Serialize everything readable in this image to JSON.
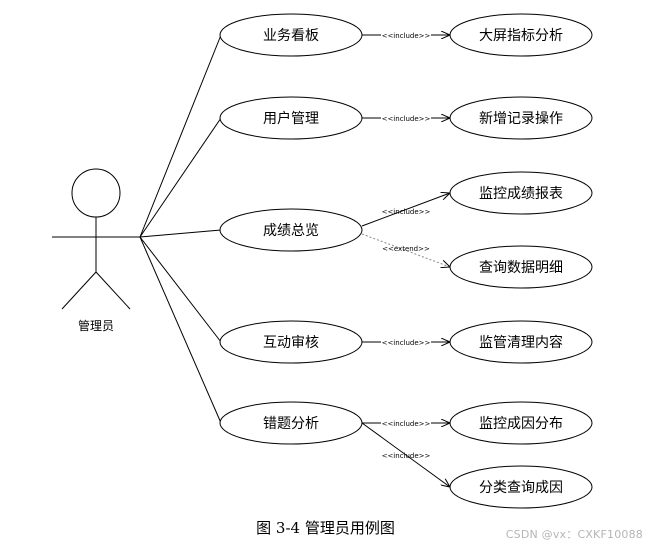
{
  "diagram": {
    "actor": {
      "name": "管理员"
    },
    "use_cases": {
      "dashboard": "业务看板",
      "user_mgmt": "用户管理",
      "grade_overview": "成绩总览",
      "interactive_review": "互动审核",
      "error_analysis": "错题分析",
      "bigscreen_analysis": "大屏指标分析",
      "add_record": "新增记录操作",
      "monitor_grade_report": "监控成绩报表",
      "query_detail": "查询数据明细",
      "monitor_cleanup": "监管清理内容",
      "monitor_cause": "监控成因分布",
      "query_cause": "分类查询成因"
    },
    "stereotypes": {
      "include": "<<include>>",
      "extend": "<<extend>>"
    }
  },
  "caption": "图 3-4 管理员用例图",
  "watermark": "CSDN @vx：CXKF10088"
}
